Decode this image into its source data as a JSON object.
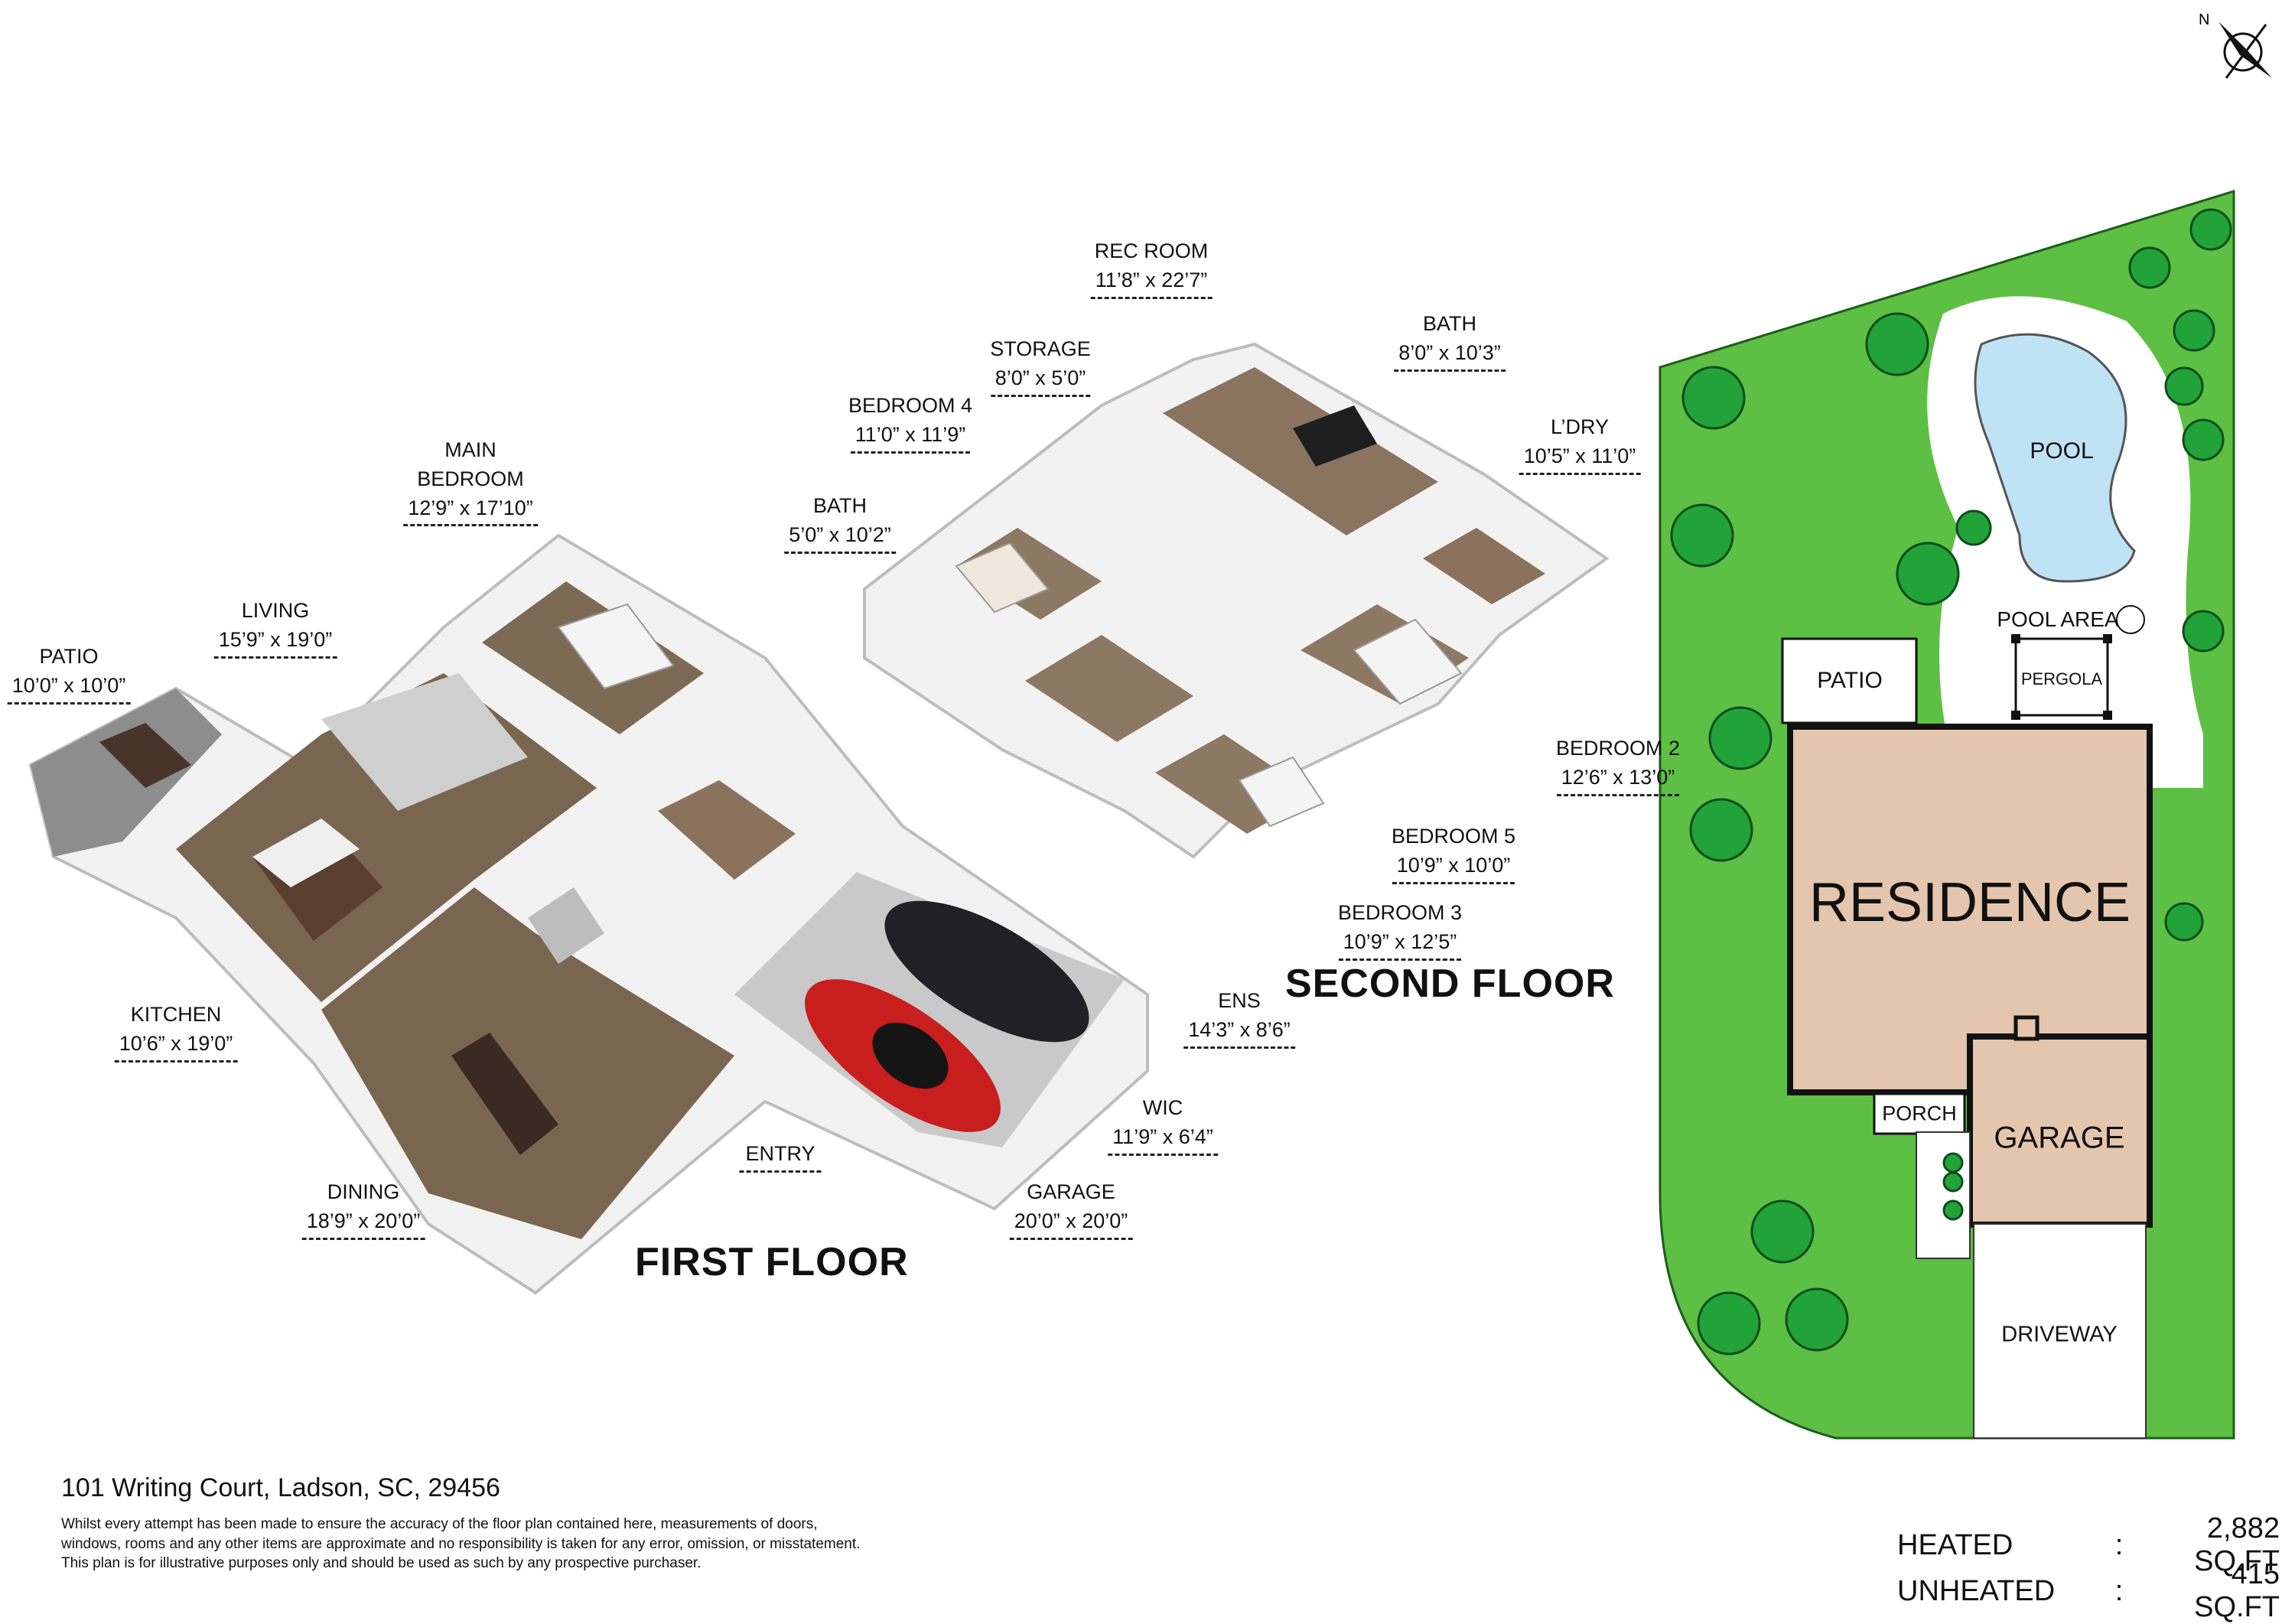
{
  "compass": {
    "label": "N"
  },
  "first_floor": {
    "title": "FIRST FLOOR",
    "rooms": [
      {
        "name": "PATIO",
        "dims": "10’0” x 10’0”"
      },
      {
        "name": "LIVING",
        "dims": "15’9” x 19’0”"
      },
      {
        "name": "MAIN\nBEDROOM",
        "dims": "12’9” x 17’10”"
      },
      {
        "name": "KITCHEN",
        "dims": "10’6” x 19’0”"
      },
      {
        "name": "DINING",
        "dims": "18’9” x 20’0”"
      },
      {
        "name": "ENTRY",
        "dims": ""
      },
      {
        "name": "GARAGE",
        "dims": "20’0” x 20’0”"
      },
      {
        "name": "WIC",
        "dims": "11’9” x 6’4”"
      },
      {
        "name": "ENS",
        "dims": "14’3” x 8’6”"
      }
    ]
  },
  "second_floor": {
    "title": "SECOND FLOOR",
    "rooms": [
      {
        "name": "REC ROOM",
        "dims": "11’8” x 22’7”"
      },
      {
        "name": "STORAGE",
        "dims": "8’0” x 5’0”"
      },
      {
        "name": "BEDROOM 4",
        "dims": "11’0” x 11’9”"
      },
      {
        "name": "BATH",
        "dims": "5’0” x 10’2”"
      },
      {
        "name": "BATH",
        "dims": "8’0” x 10’3”"
      },
      {
        "name": "L’DRY",
        "dims": "10’5” x 11’0”"
      },
      {
        "name": "BEDROOM 2",
        "dims": "12’6” x 13’0”"
      },
      {
        "name": "BEDROOM 5",
        "dims": "10’9” x 10’0”"
      },
      {
        "name": "BEDROOM 3",
        "dims": "10’9” x 12’5”"
      }
    ]
  },
  "site_plan": {
    "labels": [
      "POOL",
      "POOL AREA",
      "PATIO",
      "PERGOLA",
      "RESIDENCE",
      "PORCH",
      "GARAGE",
      "DRIVEWAY"
    ],
    "colors": {
      "lawn": "#5dbf43",
      "pool": "#bfe3f5",
      "building": "#e3c6ad",
      "outline": "#111111",
      "tree": "#21a33a"
    }
  },
  "footer": {
    "address": "101 Writing Court, Ladson, SC, 29456",
    "disclaimer": [
      "Whilst every attempt has been made to ensure the accuracy of the floor plan contained here, measurements of doors,",
      "windows, rooms and any other items are approximate and no responsibility is taken for any error, omission, or misstatement.",
      "This plan is for illustrative purposes only and should be used as such by any prospective purchaser."
    ]
  },
  "area": [
    {
      "label": "HEATED",
      "sep": ":",
      "value": "2,882 SQ.FT"
    },
    {
      "label": "UNHEATED",
      "sep": ":",
      "value": "415 SQ.FT"
    }
  ]
}
